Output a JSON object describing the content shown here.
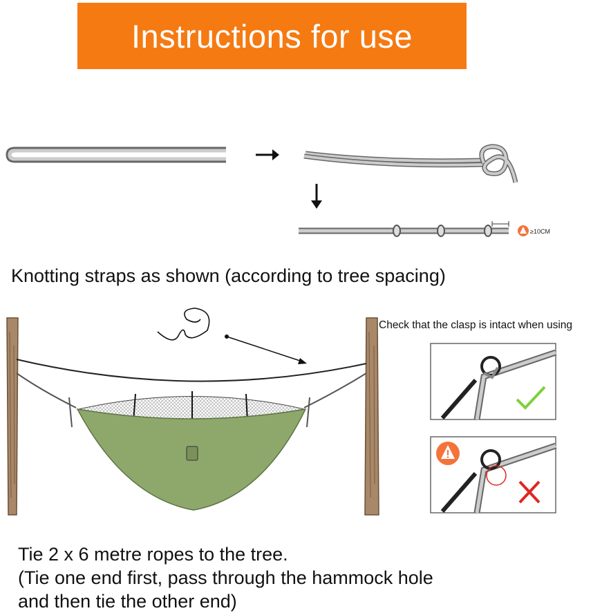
{
  "header": {
    "title": "Instructions for use"
  },
  "straps": {
    "caption": "Knotting straps as shown (according to tree spacing)",
    "measurement": "≥10CM",
    "warning_icon": "warning-triangle-icon",
    "arrow_icons": [
      "arrow-right-icon",
      "arrow-down-icon"
    ]
  },
  "clasp": {
    "caption": "Check that the clasp is intact when using",
    "correct_icon": "check-mark-icon",
    "wrong_icon": "cross-mark-icon",
    "warning_icon": "warning-triangle-icon"
  },
  "ropes": {
    "line1": "Tie 2 x 6 metre ropes to the tree.",
    "line2": "(Tie one end first, pass through the hammock hole",
    "line3": "and then tie the other end)"
  },
  "colors": {
    "banner": "#f57a12",
    "hammock": "#8ea86c",
    "check": "#7fcf3a",
    "cross": "#e0261f",
    "warning": "#f4733a"
  }
}
